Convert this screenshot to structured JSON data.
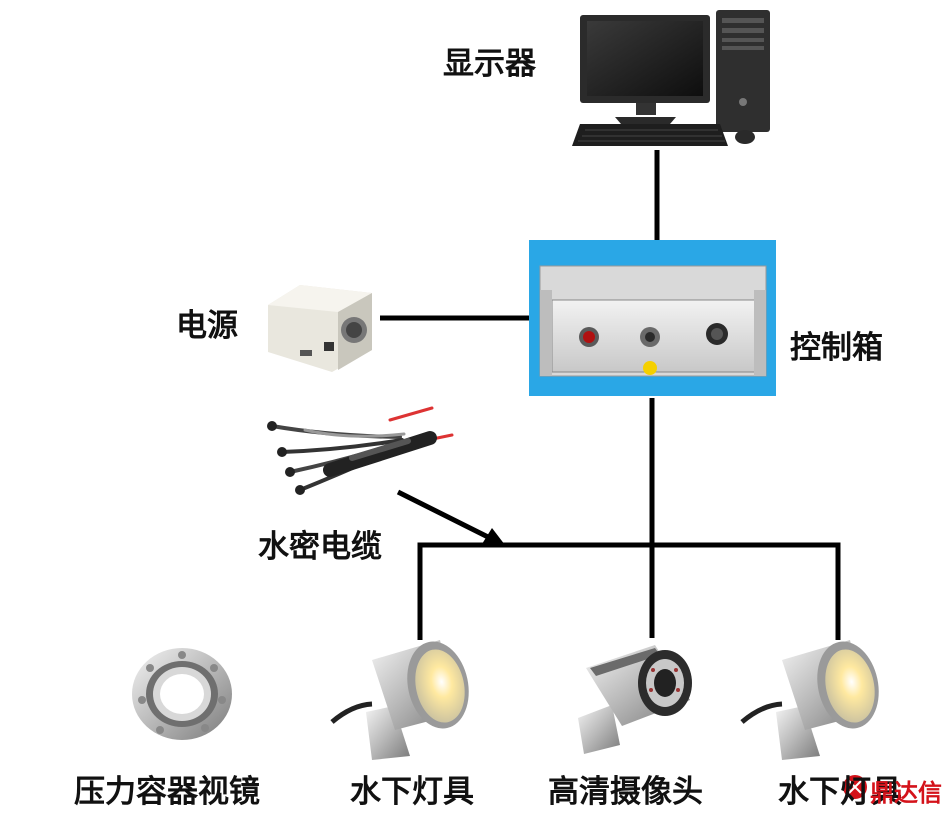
{
  "labels": {
    "monitor": "显示器",
    "power": "电源",
    "control_box": "控制箱",
    "cable": "水密电缆",
    "pressure_viewport": "压力容器视镜",
    "light_left": "水下灯具",
    "camera": "高清摄像头",
    "light_right": "水下灯具"
  },
  "watermark": "鼎达信",
  "colors": {
    "line": "#000000",
    "control_box_bg": "#2aa7e6",
    "watermark": "#d4121a"
  }
}
